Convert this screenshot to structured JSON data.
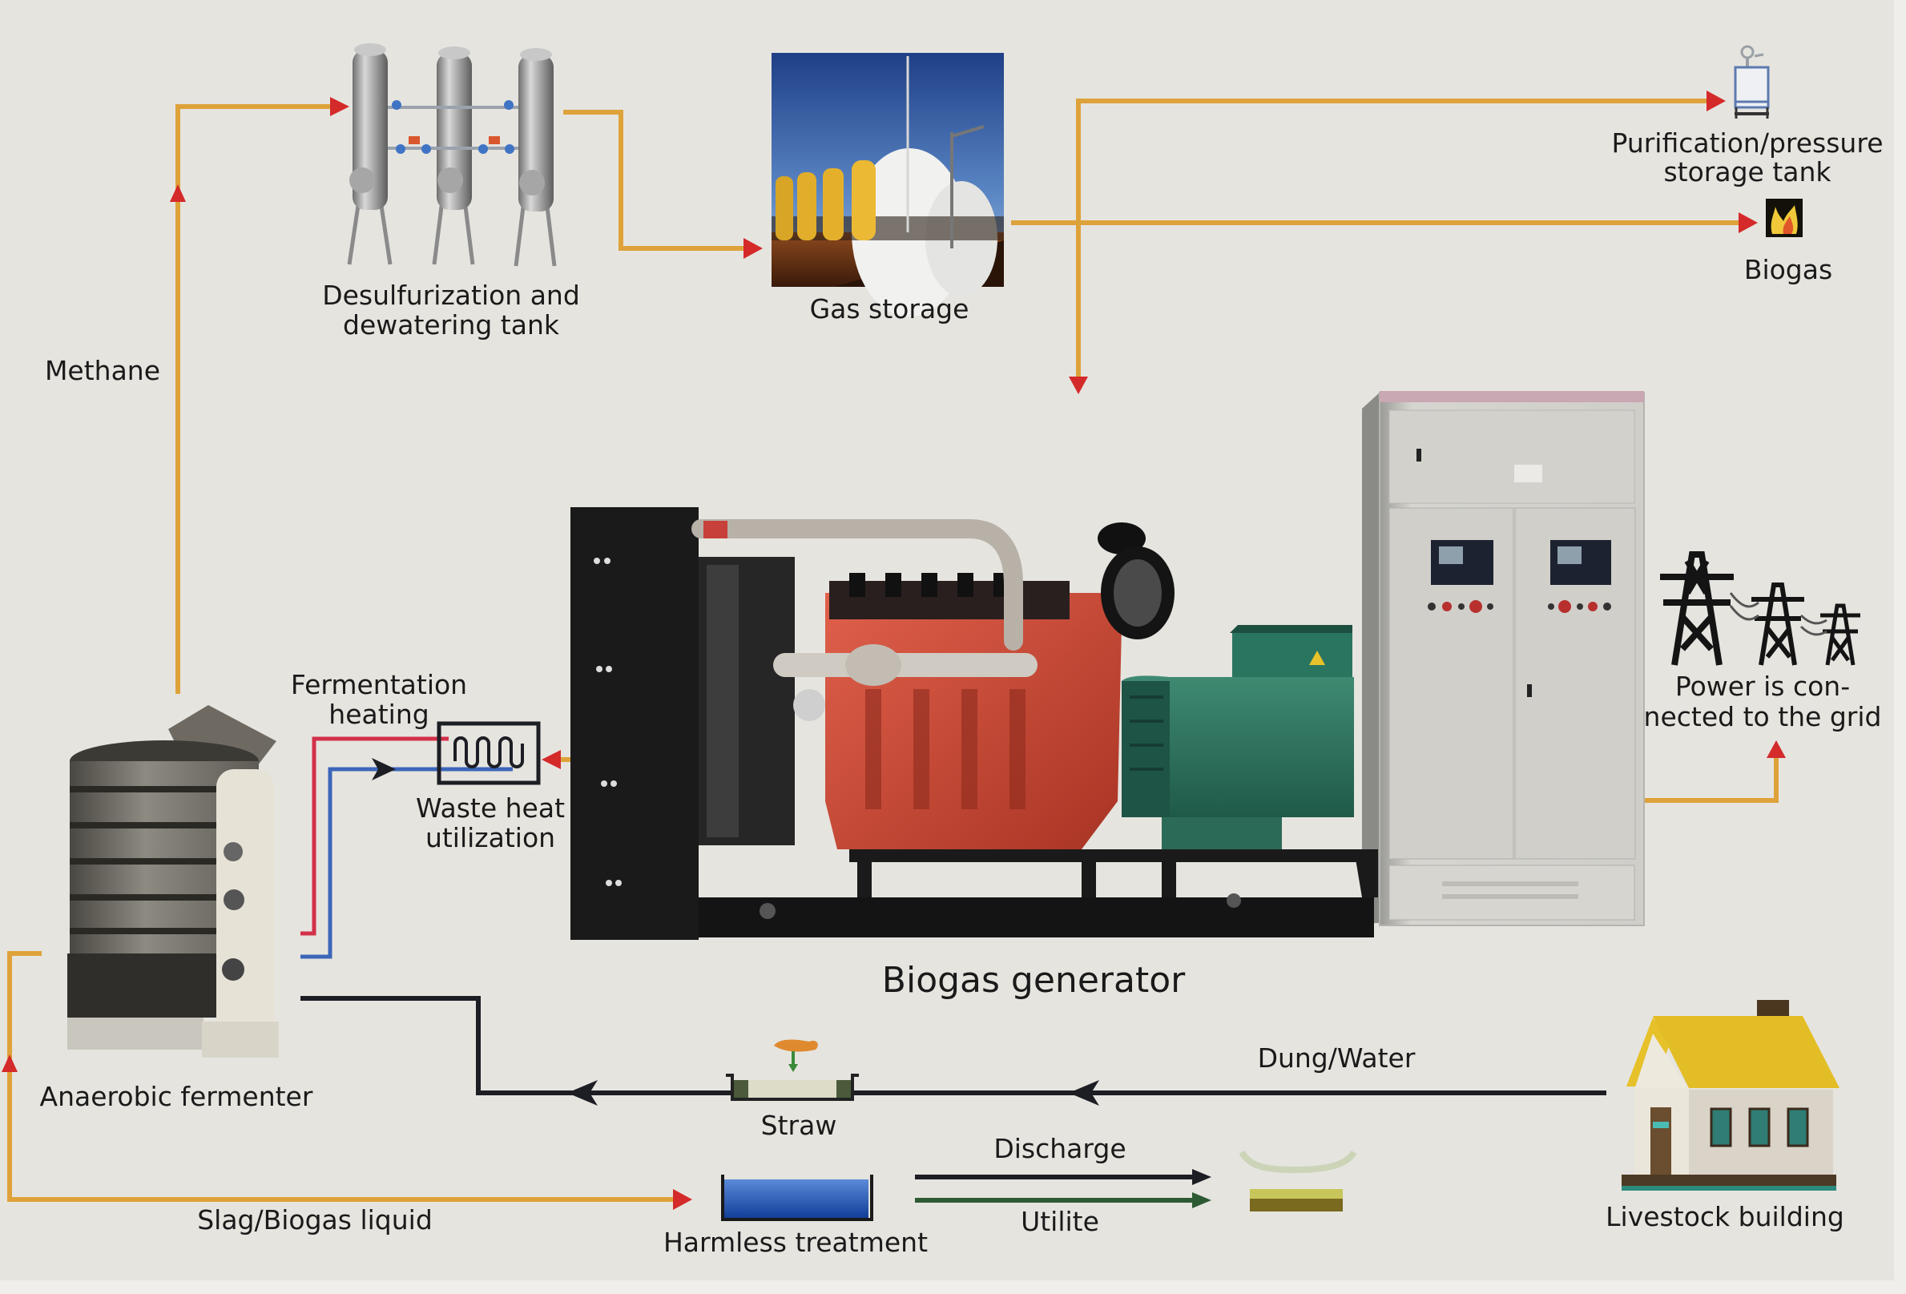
{
  "diagram": {
    "title": "Biogas power generation process flow",
    "colors": {
      "background": "#e6e4df",
      "gas_pipe": "#dea23a",
      "arrowhead": "#d42a2a",
      "material_pipe": "#1d1d24",
      "hot_water": "#d3304a",
      "cold_water": "#3c66b8",
      "utilize_pipe": "#2d5a33"
    },
    "nodes": {
      "desulfurization": {
        "label_line1": "Desulfurization and",
        "label_line2": "dewatering tank",
        "icon": "desulfurization-tanks-icon"
      },
      "gas_storage": {
        "label": "Gas storage",
        "icon": "gas-storage-photo"
      },
      "purification": {
        "label_line1": "Purification/pressure",
        "label_line2": "storage tank",
        "icon": "pressure-tank-icon"
      },
      "biogas": {
        "label": "Biogas",
        "icon": "flame-icon"
      },
      "generator": {
        "label": "Biogas generator",
        "icon": "generator-set-photo"
      },
      "control_cabinet": {
        "icon": "control-cabinet-photo"
      },
      "grid": {
        "label_line1": "Power is con-",
        "label_line2": "nected to the grid",
        "icon": "power-tower-icon"
      },
      "fermenter": {
        "label": "Anaerobic fermenter",
        "icon": "fermenter-tank-photo"
      },
      "waste_heat": {
        "label_line1": "Waste heat",
        "label_line2": "utilization",
        "icon": "heat-exchanger-icon"
      },
      "fermentation_heating": {
        "label_line1": "Fermentation",
        "label_line2": "heating"
      },
      "straw": {
        "label": "Straw",
        "icon": "straw-trough-icon"
      },
      "harmless_treatment": {
        "label": "Harmless treatment",
        "icon": "treatment-pool-icon"
      },
      "livestock": {
        "label": "Livestock building",
        "icon": "house-icon"
      }
    },
    "flows": {
      "methane": "Methane",
      "dung_water": "Dung/Water",
      "slag_liquid": "Slag/Biogas liquid",
      "discharge": "Discharge",
      "utilite": "Utilite"
    }
  }
}
